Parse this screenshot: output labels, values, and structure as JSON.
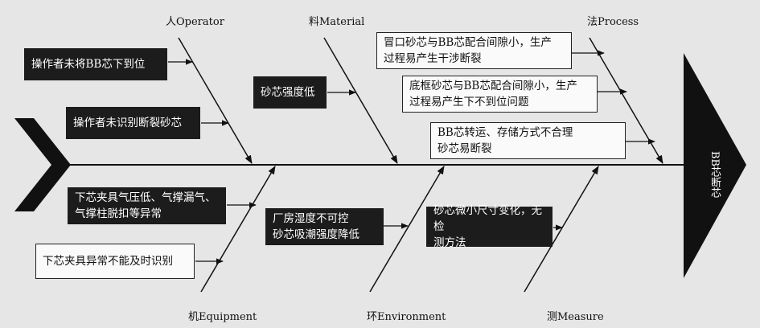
{
  "categories": {
    "operator": "人Operator",
    "material": "料Material",
    "process": "法Process",
    "equipment": "机Equipment",
    "environment": "环Environment",
    "measure": "测Measure"
  },
  "head": "BB芯断芯",
  "causes": {
    "op1": "操作者未将BB芯下到位",
    "op2": "操作者未识别断裂砂芯",
    "mat1": "砂芯强度低",
    "proc1": [
      "冒口砂芯与BB芯配合间隙小，生产",
      "过程易产生干涉断裂"
    ],
    "proc2": [
      "底框砂芯与BB芯配合间隙小，生产",
      "过程易产生下不到位问题"
    ],
    "proc3": [
      "BB芯转运、存储方式不合理",
      "砂芯易断裂"
    ],
    "eq1": [
      "下芯夹具气压低、气撑漏气、",
      "气撑柱脱扣等异常"
    ],
    "eq2": "下芯夹具异常不能及时识别",
    "env1": [
      "厂房湿度不可控",
      "砂芯吸潮强度降低"
    ],
    "meas1": [
      "砂芯微小尺寸变化，无检",
      "测方法"
    ]
  }
}
